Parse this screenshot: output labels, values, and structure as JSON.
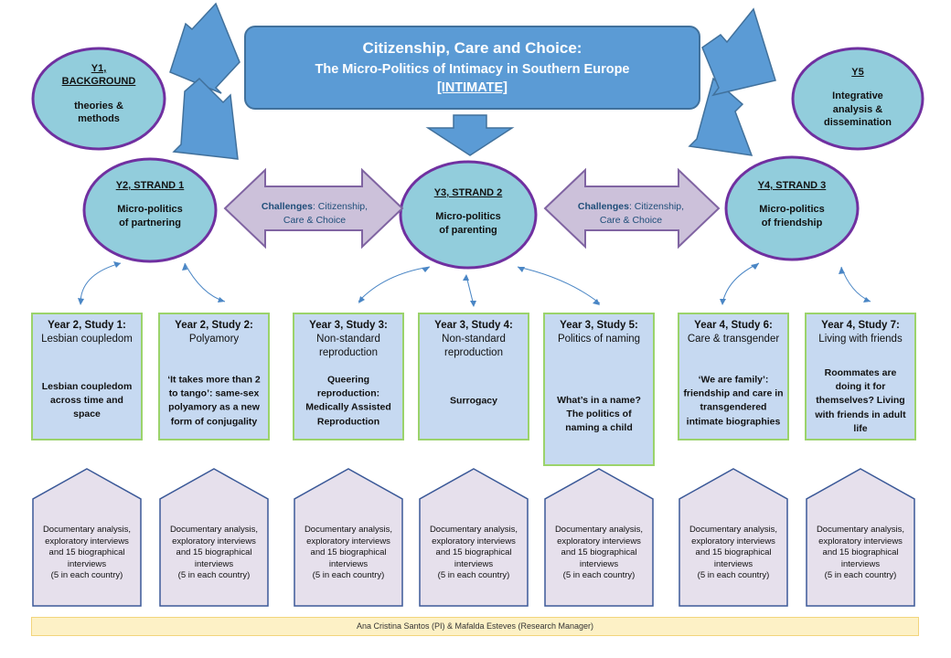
{
  "title": {
    "line1": "Citizenship,  Care and Choice:",
    "line2": "The Micro-Politics of Intimacy in Southern Europe",
    "line3": "[INTIMATE]"
  },
  "nodes": {
    "y1": {
      "line1": "Y1,",
      "line2": "BACKGROUND",
      "line3": "theories &",
      "line4": "methods"
    },
    "y5": {
      "heading": "Y5",
      "line1": "Integrative",
      "line2": "analysis  &",
      "line3": "dissemination"
    },
    "y2": {
      "heading": "Y2, STRAND  1",
      "line1": "Micro-politics",
      "line2": "of partnering"
    },
    "y3": {
      "heading": "Y3, STRAND  2",
      "line1": "Micro-politics",
      "line2": "of parenting"
    },
    "y4": {
      "heading": "Y4, STRAND  3",
      "line1": "Micro-politics",
      "line2": "of friendship"
    }
  },
  "challenges": [
    {
      "bold": "Challenges",
      "rest": ":  Citizenship,",
      "line2": "Care & Choice"
    },
    {
      "bold": "Challenges",
      "rest": ":  Citizenship,",
      "line2": "Care & Choice"
    }
  ],
  "studies": [
    {
      "head": "Year 2, Study 1:",
      "sub1": "Lesbian coupledom",
      "sub2": "",
      "desc": "Lesbian coupledom across time and space"
    },
    {
      "head": "Year 2, Study 2:",
      "sub1": "Polyamory",
      "sub2": "",
      "desc": "‘It takes more than 2 to tango’: same-sex polyamory as a new form of conjugality"
    },
    {
      "head": "Year 3, Study 3:",
      "sub1": "Non-standard",
      "sub2": "reproduction",
      "desc": "Queering reproduction: Medically Assisted Reproduction"
    },
    {
      "head": "Year 3, Study 4:",
      "sub1": "Non-standard",
      "sub2": "reproduction",
      "desc": "Surrogacy"
    },
    {
      "head": "Year 3, Study 5:",
      "sub1": "Politics of naming",
      "sub2": "",
      "desc": "What’s in a name? The politics of naming a child"
    },
    {
      "head": "Year 4, Study 6:",
      "sub1": "Care & transgender",
      "sub2": "",
      "desc": "‘We are family’: friendship  and care in transgendered intimate biographies"
    },
    {
      "head": "Year 4, Study 7:",
      "sub1": "Living with friends",
      "sub2": "",
      "desc": "Roommates are doing it for themselves? Living with friends in adult life"
    }
  ],
  "methods": [
    {
      "l1": "Documentary analysis,",
      "l2": "exploratory interviews",
      "l3": "and 15 biographical",
      "l4": "interviews",
      "l5": "(5 in each country)"
    },
    {
      "l1": "Documentary analysis,",
      "l2": "exploratory interviews",
      "l3": "and 15 biographical",
      "l4": "interviews",
      "l5": "(5 in each country)"
    },
    {
      "l1": "Documentary analysis,",
      "l2": "exploratory interviews",
      "l3": "and 15 biographical",
      "l4": "interviews",
      "l5": "(5 in each country)"
    },
    {
      "l1": "Documentary analysis,",
      "l2": "exploratory interviews",
      "l3": "and 15 biographical",
      "l4": "interviews",
      "l5": "(5 in each country)"
    },
    {
      "l1": "Documentary analysis,",
      "l2": "exploratory interviews",
      "l3": "and 15 biographical",
      "l4": "interviews",
      "l5": "(5 in each country)"
    },
    {
      "l1": "Documentary analysis,",
      "l2": "exploratory interviews",
      "l3": "and 15 biographical",
      "l4": "interviews",
      "l5": "(5 in each country)"
    },
    {
      "l1": "Documentary analysis,",
      "l2": "exploratory interviews",
      "l3": "and 15 biographical",
      "l4": "interviews",
      "l5": "(5 in each country)"
    }
  ],
  "footer": "Ana Cristina Santos (PI) & Mafalda Esteves (Research Manager)",
  "colors": {
    "title_fill": "#5b9bd5",
    "ellipse_fill": "#92cddc",
    "ellipse_stroke": "#7030a0",
    "study_fill": "#c6d9f1",
    "study_border": "#9bd36b",
    "lavender": "#e6e0ec",
    "connector": "#4a86c5",
    "footer_fill": "#fdf1c6"
  }
}
